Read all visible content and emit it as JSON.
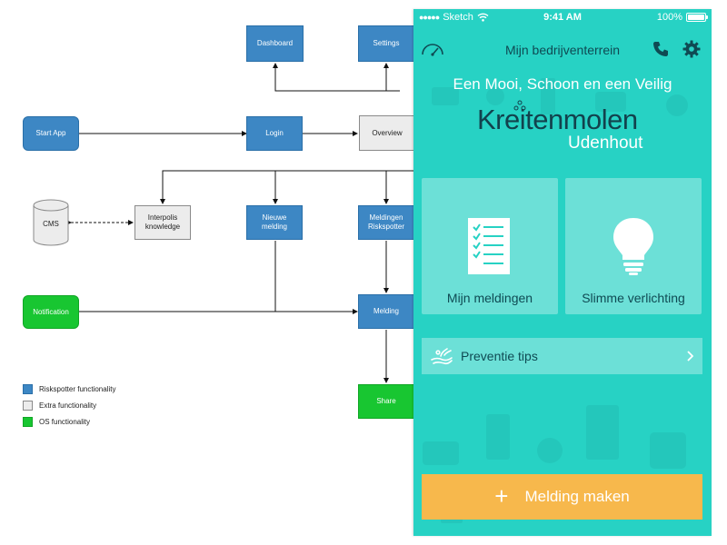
{
  "diagram": {
    "nodes": {
      "dashboard": "Dashboard",
      "settings": "Settings",
      "start_app": "Start App",
      "login": "Login",
      "overview": "Overview",
      "cms": "CMS",
      "interpolis": "Interpolis\nknowledge",
      "nieuwe_melding": "Nieuwe\nmelding",
      "meldingen_riskspotter": "Meldingen\nRiskspotter",
      "notification": "Notification",
      "melding": "Melding",
      "share": "Share"
    },
    "legend": [
      {
        "label": "Riskspotter functionality",
        "color": "#3d87c4"
      },
      {
        "label": "Extra functionality",
        "color": "#ececec"
      },
      {
        "label": "OS functionality",
        "color": "#18c631"
      }
    ]
  },
  "phone": {
    "status_bar": {
      "carrier": "Sketch",
      "time": "9:41 AM",
      "battery": "100%"
    },
    "nav": {
      "title": "Mijn bedrijventerrein",
      "icons": [
        "speedometer-icon",
        "phone-icon",
        "gear-icon"
      ]
    },
    "header": {
      "tagline": "Een Mooi, Schoon en een Veilig",
      "brand": "Kreitenmolen",
      "sub_brand": "Udenhout"
    },
    "tiles": [
      {
        "label": "Mijn meldingen",
        "icon": "checklist-icon"
      },
      {
        "label": "Slimme verlichting",
        "icon": "lightbulb-icon"
      }
    ],
    "preventie": {
      "label": "Preventie tips",
      "icon": "hand-icon"
    },
    "cta": {
      "plus": "+",
      "label": "Melding maken"
    },
    "colors": {
      "background": "#27d2c4",
      "dark_text": "#0f4a53",
      "cta": "#f7b84c"
    }
  }
}
